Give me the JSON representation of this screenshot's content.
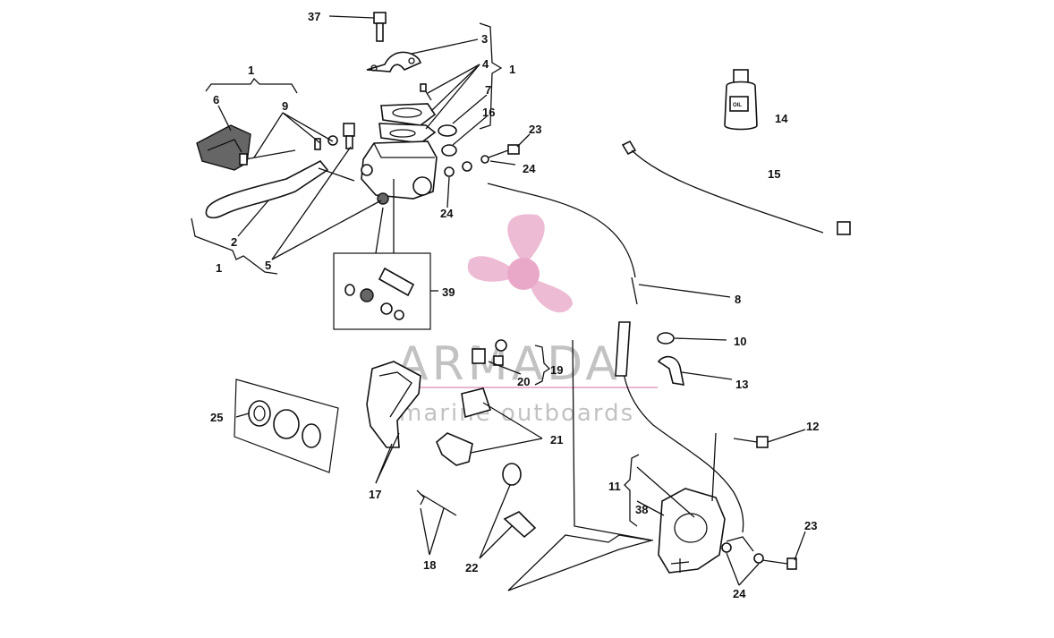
{
  "diagram": {
    "watermark": {
      "brand": "ARMADA",
      "tagline": "marine outboards",
      "color": "#e8a8c8"
    },
    "labels": {
      "p37": "37",
      "p3": "3",
      "p4": "4",
      "p1_top": "1",
      "p7": "7",
      "p16": "16",
      "p23_top": "23",
      "p24_top": "24",
      "p14": "14",
      "p15": "15",
      "p1_left": "1",
      "p6": "6",
      "p9": "9",
      "p2": "2",
      "p1_bottom": "1",
      "p5": "5",
      "p24_mid": "24",
      "p39": "39",
      "p8": "8",
      "p10": "10",
      "p13": "13",
      "p19": "19",
      "p20": "20",
      "p25": "25",
      "p21": "21",
      "p17": "17",
      "p12": "12",
      "p11": "11",
      "p38": "38",
      "p23_bottom": "23",
      "p24_bottom": "24",
      "p18": "18",
      "p22": "22"
    },
    "oil_label": "OIL"
  }
}
